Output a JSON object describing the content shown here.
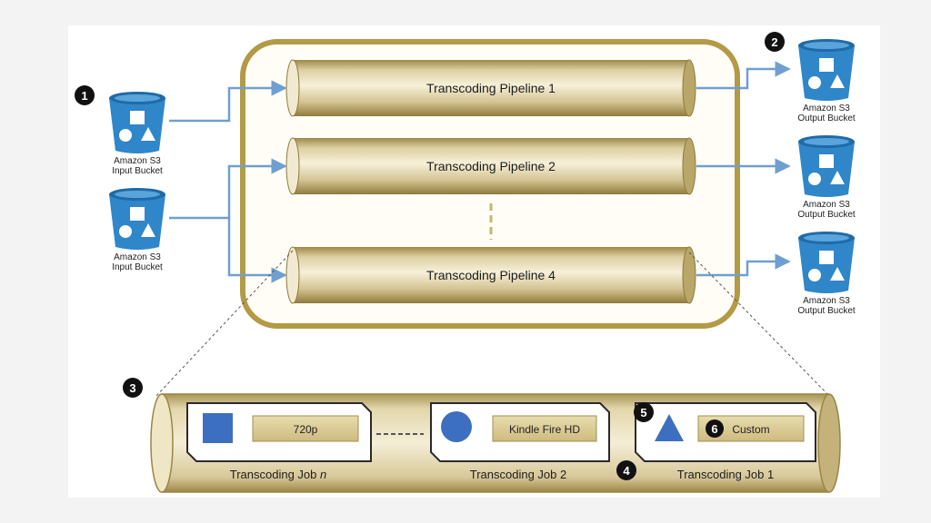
{
  "input_buckets": [
    {
      "line1": "Amazon S3",
      "line2": "Input Bucket"
    },
    {
      "line1": "Amazon S3",
      "line2": "Input Bucket"
    }
  ],
  "output_buckets": [
    {
      "line1": "Amazon S3",
      "line2": "Output Bucket"
    },
    {
      "line1": "Amazon S3",
      "line2": "Output Bucket"
    },
    {
      "line1": "Amazon S3",
      "line2": "Output Bucket"
    }
  ],
  "pipelines": [
    {
      "label": "Transcoding Pipeline 1"
    },
    {
      "label": "Transcoding Pipeline 2"
    },
    {
      "label": "Transcoding Pipeline 4"
    }
  ],
  "jobs": [
    {
      "label": "Transcoding Job ",
      "label_suffix": "n",
      "preset": "720p"
    },
    {
      "label": "Transcoding Job 2",
      "preset": "Kindle Fire HD"
    },
    {
      "label": "Transcoding Job 1",
      "preset": "Custom"
    }
  ],
  "badges": [
    "1",
    "2",
    "3",
    "4",
    "5",
    "6"
  ],
  "colors": {
    "gold": "#b39a45",
    "gold_fill": "#e2d4a3",
    "arrow_blue": "#6f9fd0",
    "bucket_blue": "#2f86c9",
    "shape_blue": "#3d6fc0"
  },
  "icons": [
    "bucket-icon",
    "square-icon",
    "circle-icon",
    "triangle-icon"
  ]
}
